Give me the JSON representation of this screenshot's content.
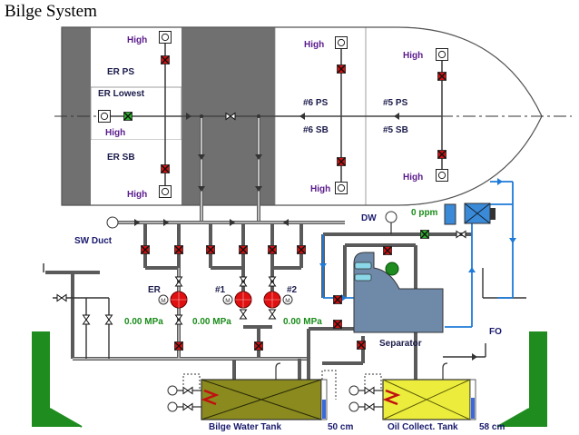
{
  "title": "Bilge System",
  "compartments": {
    "er_ps": "ER PS",
    "er_lowest": "ER Lowest",
    "er_sb": "ER SB",
    "no6_ps": "#6 PS",
    "no6_sb": "#6 SB",
    "no5_ps": "#5 PS",
    "no5_sb": "#5 SB"
  },
  "alarms": {
    "high": "High"
  },
  "pumps": {
    "er": {
      "label": "ER",
      "pressure": "0.00 MPa"
    },
    "no1": {
      "label": "#1",
      "pressure": "0.00 MPa"
    },
    "no2": {
      "label": "#2",
      "pressure": "0.00 MPa"
    }
  },
  "labels": {
    "sw_duct": "SW Duct",
    "dw": "DW",
    "ppm": "0 ppm",
    "separator": "Separator",
    "fo": "FO",
    "motor": "M"
  },
  "tanks": {
    "bilge_water": {
      "name": "Bilge Water Tank",
      "level": "50 cm"
    },
    "oil_collect": {
      "name": "Oil Collect. Tank",
      "level": "58 cm"
    }
  },
  "colors": {
    "hull": "#c8c8c8",
    "hull_dark": "#707070",
    "water": "#1e8c1e",
    "pump": "#e01010",
    "valve_closed": "#d01010",
    "valve_open": "#2ab02a",
    "pipe": "#606060",
    "pipe_blue": "#1e7ad8",
    "bilge_tank": "#8a8a1e",
    "oil_tank": "#ecec3c",
    "separator": "#6e8aa8"
  }
}
